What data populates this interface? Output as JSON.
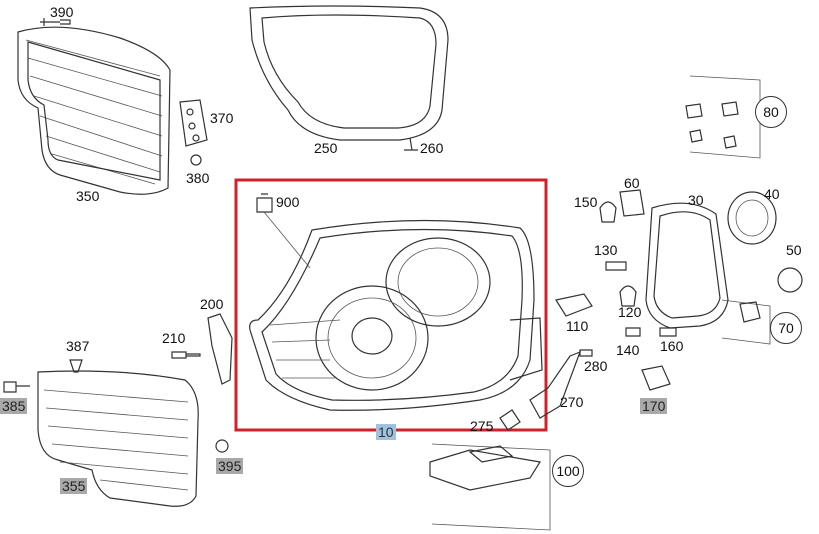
{
  "labels": {
    "p390": "390",
    "p370": "370",
    "p380": "380",
    "p350": "350",
    "p250": "250",
    "p260": "260",
    "p900": "900",
    "p200": "200",
    "p210": "210",
    "p387": "387",
    "p385": "385",
    "p355": "355",
    "p395": "395",
    "p10": "10",
    "p275": "275",
    "p270": "270",
    "p280": "280",
    "p150": "150",
    "p60": "60",
    "p30": "30",
    "p40": "40",
    "p50": "50",
    "p130": "130",
    "p110": "110",
    "p120": "120",
    "p140": "140",
    "p160": "160",
    "p170": "170",
    "p80": "80",
    "p70": "70",
    "p100": "100"
  },
  "colors": {
    "highlight": "#d0202a",
    "gray_tag": "#a9a9a9",
    "blue_tag": "#9fc3de"
  }
}
